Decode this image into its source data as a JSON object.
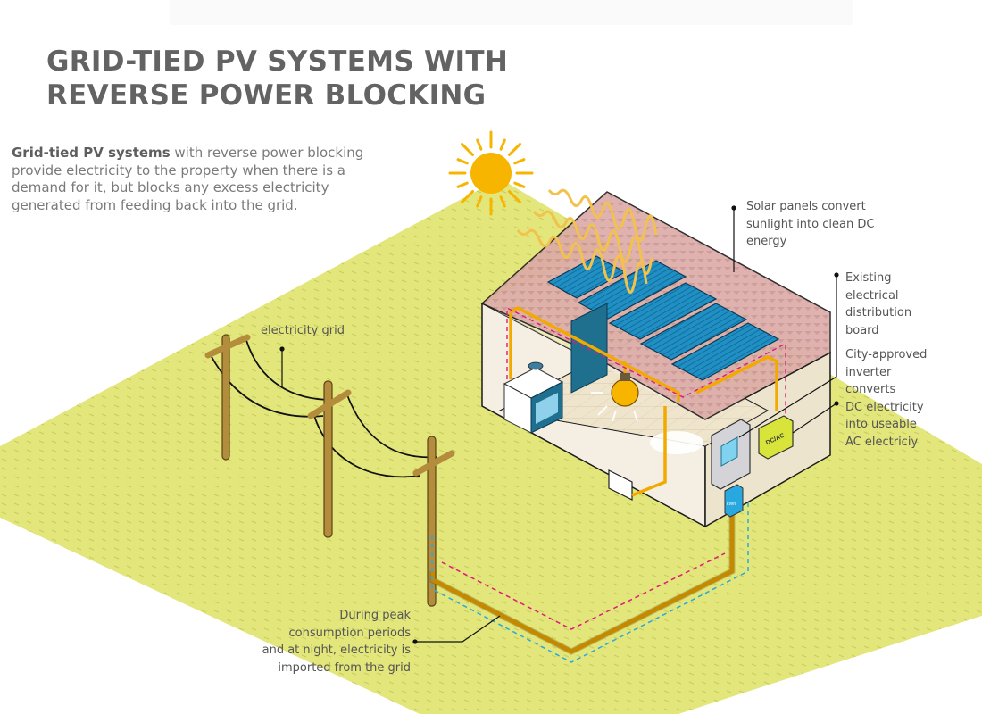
{
  "title": {
    "line1": "GRID-TIED PV SYSTEMS WITH",
    "line2": "REVERSE POWER BLOCKING"
  },
  "intro": {
    "bold": "Grid-tied PV systems",
    "rest": " with reverse power blocking provide electricity to the property when there is a demand for it, but blocks any excess electricity generated from feeding back into the grid."
  },
  "callouts": {
    "solar_panels": [
      "Solar panels convert",
      "sunlight into clean DC",
      "energy"
    ],
    "distribution_board": [
      "Existing",
      "electrical",
      "distribution",
      "board"
    ],
    "inverter": [
      "City-approved",
      "inverter",
      "converts",
      "DC electricity",
      "into useable",
      "AC electriciy"
    ],
    "grid": [
      "electricity grid"
    ],
    "import": [
      "During peak",
      "consumption periods",
      "and at night, electricity is",
      "imported from the grid"
    ]
  },
  "device_labels": {
    "inverter_label": "DC/AC",
    "meter_label": "kWh"
  },
  "colors": {
    "sun": "#f7b500",
    "grass": "#e3e67a",
    "roof": "#d9a6a6",
    "panel": "#1f8fc4",
    "wire": "#f2a900",
    "dc_flow": "#e0197d",
    "grid_flow": "#29a8e0",
    "wall": "#f2eada",
    "pole": "#b38d3c",
    "inverter": "#d9e43a"
  }
}
